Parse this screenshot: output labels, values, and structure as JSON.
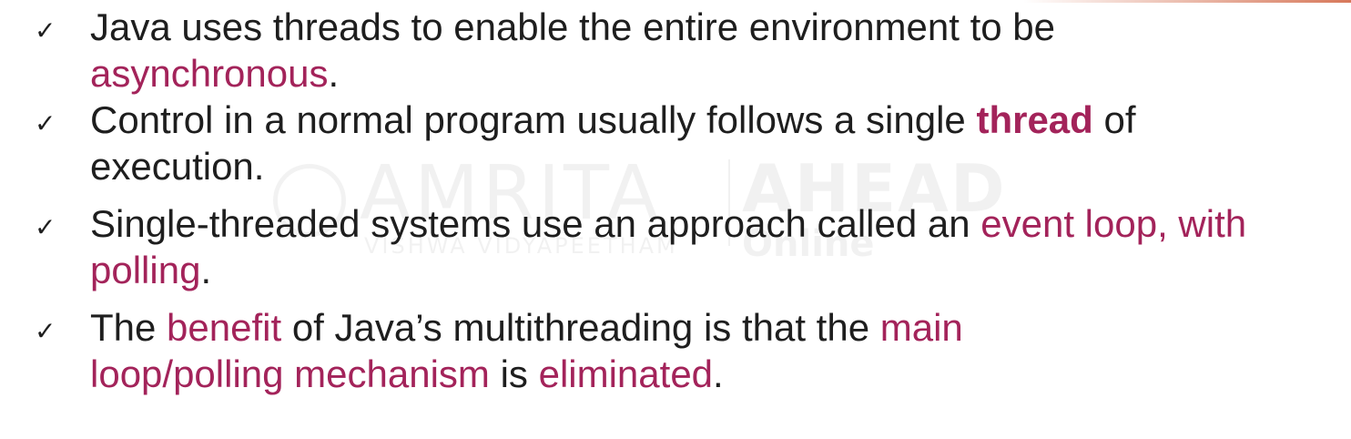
{
  "bullets": [
    {
      "icon": "checkmark-icon",
      "segments": [
        {
          "text": "Java uses threads to enable the entire environment to be ",
          "style": "normal"
        },
        {
          "text": "asynchronous",
          "style": "highlight"
        },
        {
          "text": ".",
          "style": "normal"
        }
      ]
    },
    {
      "icon": "checkmark-icon",
      "segments": [
        {
          "text": "Control in a normal program usually follows a single ",
          "style": "normal"
        },
        {
          "text": "thread",
          "style": "highlight-bold"
        },
        {
          "text": " of execution.",
          "style": "normal"
        }
      ]
    },
    {
      "icon": "checkmark-icon",
      "segments": [
        {
          "text": "Single-threaded systems use an approach called an ",
          "style": "normal"
        },
        {
          "text": "event loop, with polling",
          "style": "highlight"
        },
        {
          "text": ".",
          "style": "normal"
        }
      ]
    },
    {
      "icon": "checkmark-icon",
      "segments": [
        {
          "text": "The ",
          "style": "normal"
        },
        {
          "text": "benefit",
          "style": "highlight"
        },
        {
          "text": " of Java’s multithreading is that the ",
          "style": "normal"
        },
        {
          "text": "main loop/polling mechanism",
          "style": "highlight"
        },
        {
          "text": " is ",
          "style": "normal"
        },
        {
          "text": "eliminated",
          "style": "highlight"
        },
        {
          "text": ".",
          "style": "normal"
        }
      ]
    }
  ],
  "watermark": {
    "brand": "AMRITA",
    "tagline": "AHEAD",
    "subtitle": "VISHWA VIDYAPEETHAM",
    "online": "Online"
  },
  "colors": {
    "text": "#1e1e1e",
    "highlight": "#a3235a",
    "accent": "#d7785a",
    "background": "#ffffff"
  }
}
